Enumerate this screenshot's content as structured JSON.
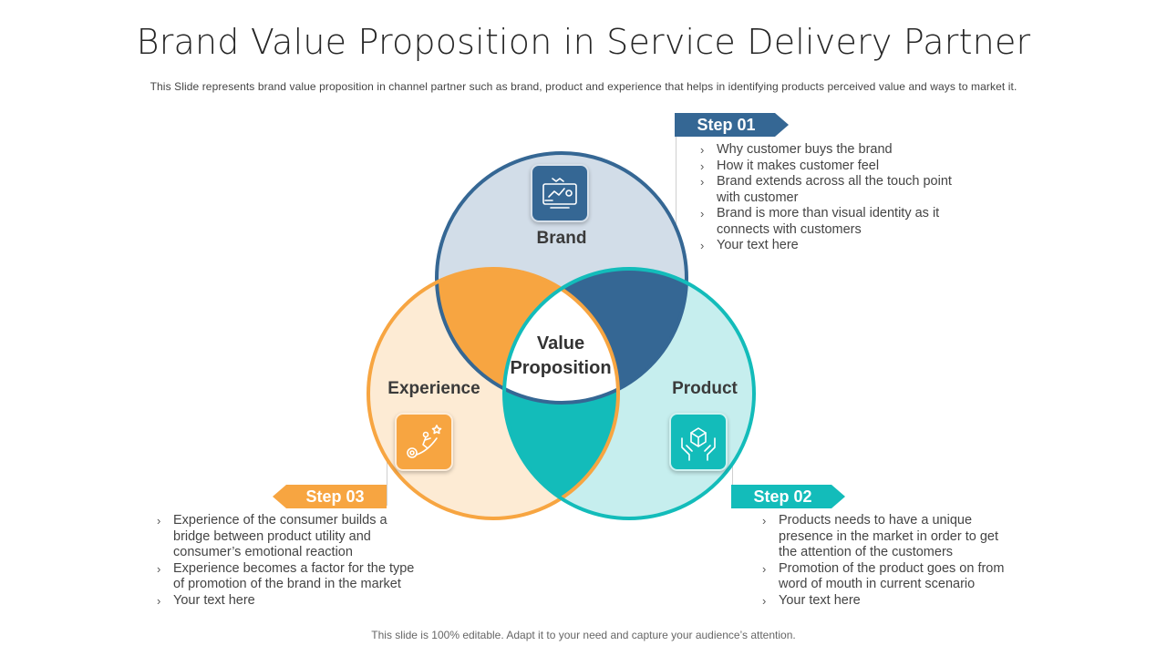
{
  "title": "Brand Value Proposition in Service Delivery Partner",
  "subtitle": "This Slide represents brand value proposition in channel partner such as brand, product and experience that helps in identifying products perceived value and ways to market it.",
  "footer": "This slide is 100% editable. Adapt it to your need and capture your audience’s attention.",
  "colors": {
    "brand_dark": "#356794",
    "brand_light": "#d2dde8",
    "experience_dark": "#f7a541",
    "experience_light": "#fdebd4",
    "product_dark": "#13bcba",
    "product_light": "#c6eeee"
  },
  "diagram": {
    "center": [
      "Value",
      "Proposition"
    ],
    "circles": {
      "brand": {
        "label": "Brand",
        "icon": "brand-showcase-icon"
      },
      "product": {
        "label": "Product",
        "icon": "hands-box-icon"
      },
      "experience": {
        "label": "Experience",
        "icon": "climbing-growth-icon"
      }
    }
  },
  "steps": {
    "step01": {
      "label": "Step 01",
      "items": [
        "Why customer buys the brand",
        "How it makes customer feel",
        "Brand extends across all the touch point with customer",
        "Brand is more than visual identity as it connects with customers",
        "Your text here"
      ]
    },
    "step02": {
      "label": "Step 02",
      "items": [
        "Products needs to have a unique presence in the market in order to get the attention of the customers",
        "Promotion of the product goes on from word of mouth in current scenario",
        "Your text here"
      ]
    },
    "step03": {
      "label": "Step 03",
      "items": [
        "Experience of the consumer builds a bridge between product utility and consumer’s emotional reaction",
        "Experience becomes a factor for the type of promotion of the brand in the market",
        "Your text here"
      ]
    }
  }
}
